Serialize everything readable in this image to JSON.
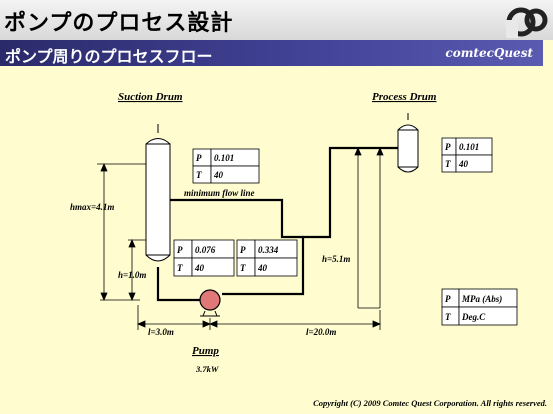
{
  "header": {
    "title": "ポンプのプロセス設計",
    "subtitle": "ポンプ周りのプロセスフロー",
    "brand": "comtecQuest"
  },
  "labels": {
    "suction_drum": "Suction Drum",
    "process_drum": "Process Drum",
    "min_flow": "minimum flow line",
    "hmax": "hmax=4.1m",
    "h1": "h=1.0m",
    "h2": "h=5.1m",
    "l1": "l=3.0m",
    "l2": "l=20.0m",
    "pump": "Pump",
    "pump_power": "3.7kW"
  },
  "tables": {
    "suction": [
      {
        "k": "P",
        "v": "0.101"
      },
      {
        "k": "T",
        "v": "40"
      }
    ],
    "process": [
      {
        "k": "P",
        "v": "0.101"
      },
      {
        "k": "T",
        "v": "40"
      }
    ],
    "pump_in": [
      {
        "k": "P",
        "v": "0.076"
      },
      {
        "k": "T",
        "v": "40"
      }
    ],
    "pump_out": [
      {
        "k": "P",
        "v": "0.334"
      },
      {
        "k": "T",
        "v": "40"
      }
    ],
    "legend": [
      {
        "k": "P",
        "v": "MPa (Abs)"
      },
      {
        "k": "T",
        "v": "Deg.C"
      }
    ]
  },
  "colors": {
    "pump": "#e07878",
    "line": "#000000",
    "background": "#fffdd0"
  },
  "copyright": "Copyright (C) 2009 Comtec Quest Corporation. All rights reserved."
}
